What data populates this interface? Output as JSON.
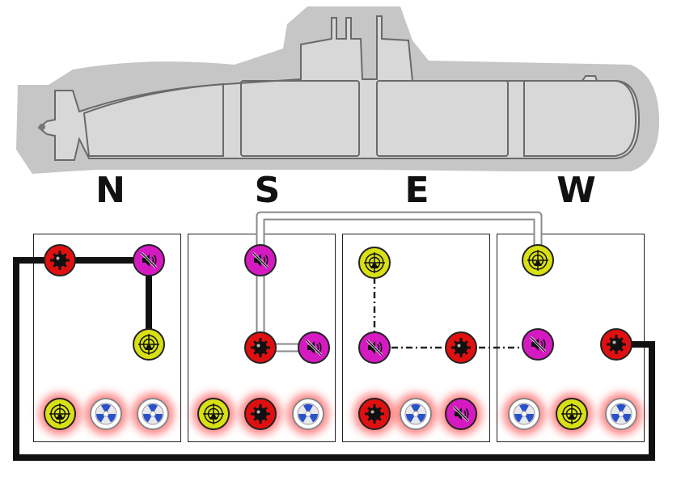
{
  "title": "",
  "sectors": [
    {
      "letter": "N"
    },
    {
      "letter": "S"
    },
    {
      "letter": "E"
    },
    {
      "letter": "W"
    }
  ],
  "systems": {
    "mine": {
      "name": "mine-icon",
      "color": "#e01010"
    },
    "sonar": {
      "name": "sonar-icon",
      "color": "#d8e014"
    },
    "silence": {
      "name": "silence-icon",
      "color": "#d61ac2"
    },
    "reactor": {
      "name": "reactor-icon",
      "color": "#ffffff"
    }
  },
  "colors": {
    "hull": "#d4d4d4",
    "hull_outline": "#6a6a6a",
    "hull_halo": "#c4c4c4",
    "black_circuit": "#111111",
    "white_circuit": "#ffffff",
    "dashed_circuit": "#222222"
  }
}
